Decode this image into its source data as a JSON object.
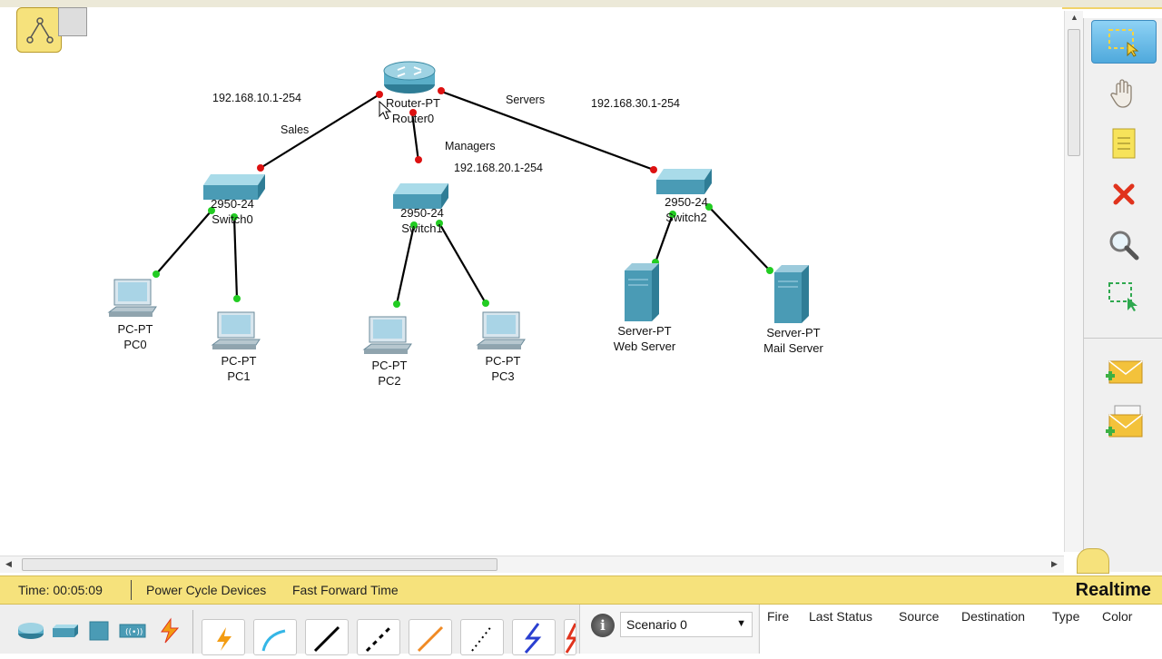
{
  "devices": {
    "router0": {
      "type": "Router-PT",
      "name": "Router0"
    },
    "switch0": {
      "type": "2950-24",
      "name": "Switch0"
    },
    "switch1": {
      "type": "2950-24",
      "name": "Switch1"
    },
    "switch2": {
      "type": "2950-24",
      "name": "Switch2"
    },
    "pc0": {
      "type": "PC-PT",
      "name": "PC0"
    },
    "pc1": {
      "type": "PC-PT",
      "name": "PC1"
    },
    "pc2": {
      "type": "PC-PT",
      "name": "PC2"
    },
    "pc3": {
      "type": "PC-PT",
      "name": "PC3"
    },
    "web_server": {
      "type": "Server-PT",
      "name": "Web Server"
    },
    "mail_server": {
      "type": "Server-PT",
      "name": "Mail Server"
    }
  },
  "network_labels": {
    "sales_range": "192.168.10.1-254",
    "sales": "Sales",
    "managers": "Managers",
    "managers_range": "192.168.20.1-254",
    "servers": "Servers",
    "servers_range": "192.168.30.1-254"
  },
  "status_bar": {
    "time": "Time: 00:05:09",
    "power_cycle": "Power Cycle Devices",
    "fast_forward": "Fast Forward Time",
    "mode": "Realtime"
  },
  "scenario": {
    "info": "i",
    "selected": "Scenario 0"
  },
  "pdu_table": {
    "columns": [
      "Fire",
      "Last Status",
      "Source",
      "Destination",
      "Type",
      "Color"
    ]
  },
  "colors": {
    "link_up": "#22cc22",
    "link_down": "#dd1111",
    "device_blue": "#4a9bb5",
    "status_bar": "#f6e27c"
  }
}
